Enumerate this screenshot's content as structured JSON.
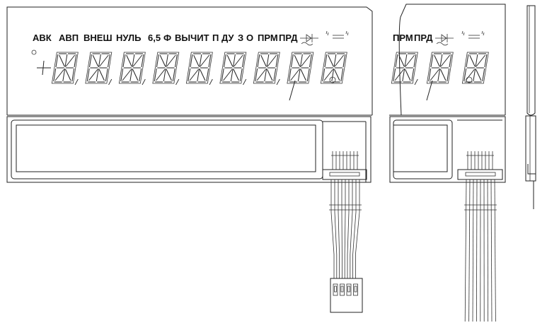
{
  "main_view": {
    "indicator_labels": [
      "АВК",
      "АВП",
      "ВНЕШ",
      "НУЛЬ",
      "6,5",
      "Ф",
      "ВЫЧИТ",
      "П",
      "ДУ",
      "З",
      "О",
      "ПРМ",
      "ПРД"
    ],
    "digit_count": 9
  },
  "side_view": {
    "indicator_labels": [
      "ПРМ",
      "ПРД"
    ],
    "digit_count": 3
  },
  "colors": {
    "line": "#222222",
    "background": "#ffffff"
  }
}
